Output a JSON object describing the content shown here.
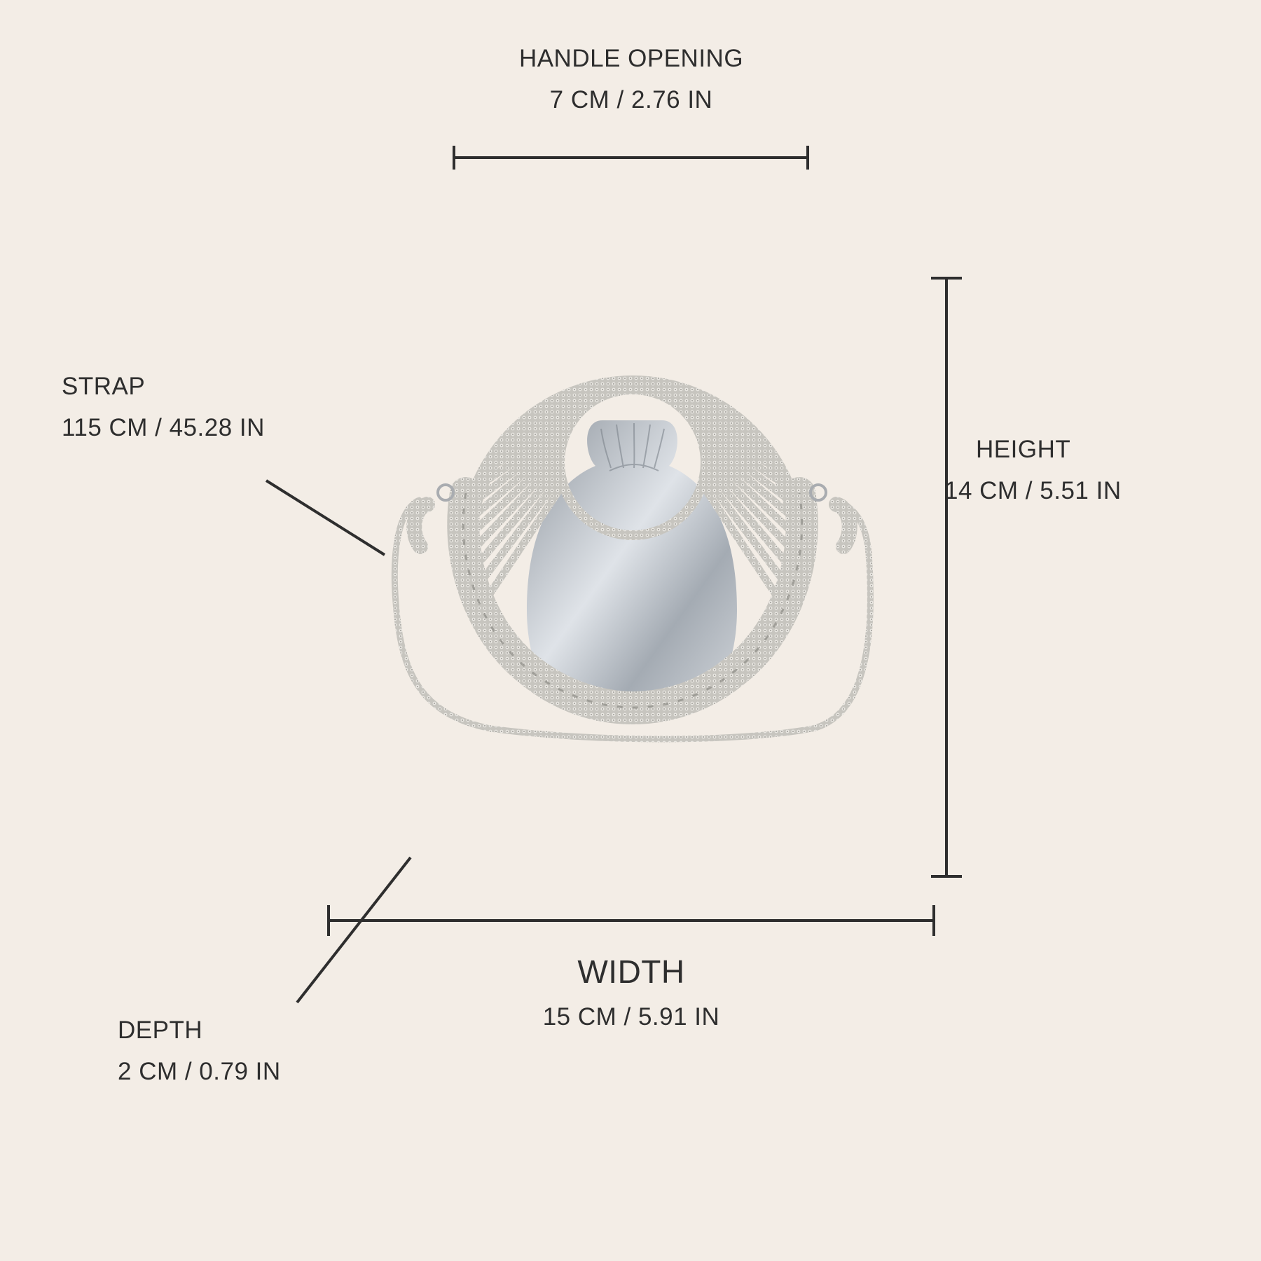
{
  "dimensions": {
    "handle_opening": {
      "title": "HANDLE OPENING",
      "value": "7 CM / 2.76 IN"
    },
    "strap": {
      "title": "STRAP",
      "value": "115 CM / 45.28 IN"
    },
    "height": {
      "title": "HEIGHT",
      "value": "14 CM / 5.51 IN"
    },
    "width": {
      "title": "WIDTH",
      "value": "15 CM / 5.91 IN"
    },
    "depth": {
      "title": "DEPTH",
      "value": "2 CM / 0.79 IN"
    }
  },
  "colors": {
    "background": "#f3ede6",
    "ink": "#2e2e2e",
    "bead_silver": "#c9c7c1",
    "satin_silver": "#b4bac1"
  },
  "product_image": "beaded-circular-crossbody-bag"
}
